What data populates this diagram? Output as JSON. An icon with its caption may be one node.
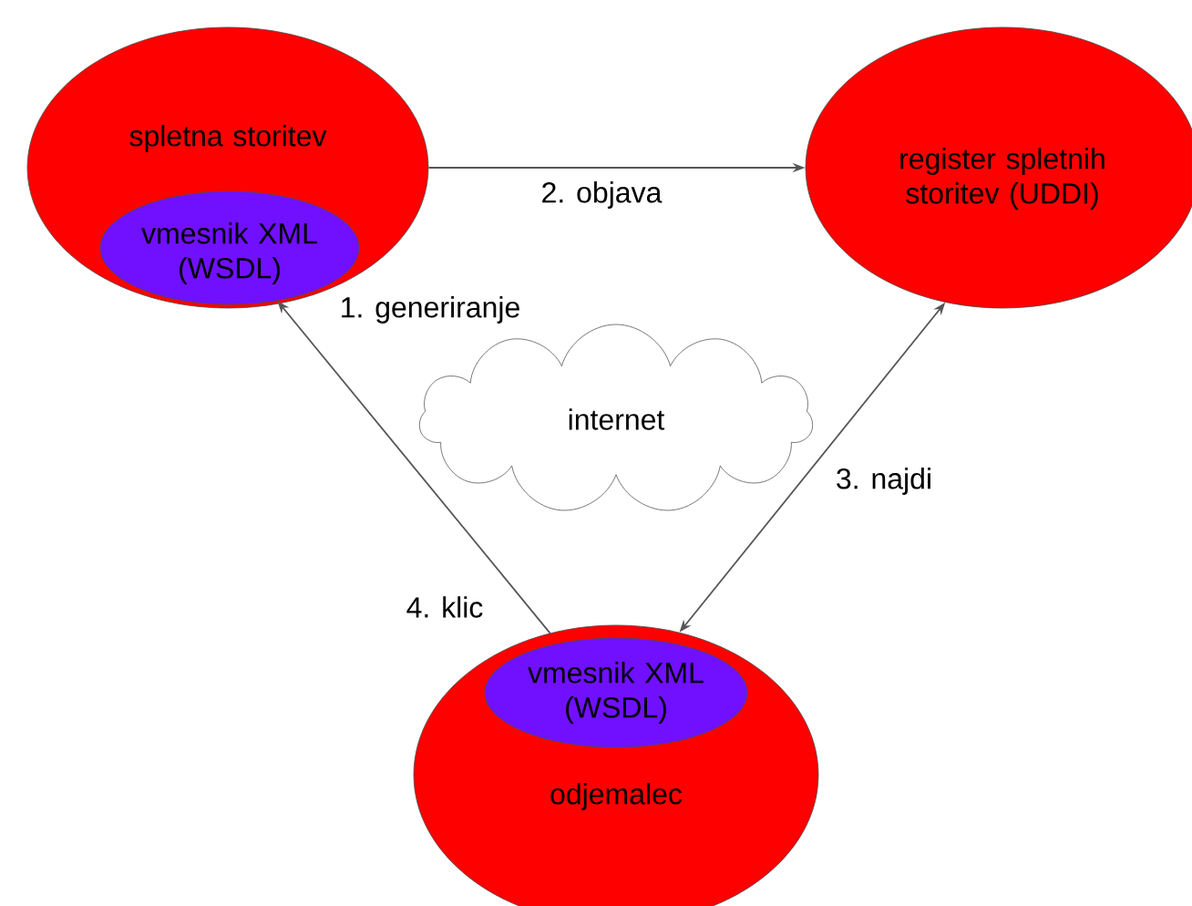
{
  "diagram": {
    "nodes": [
      {
        "text": [
          "spletna storitev"
        ]
      },
      {
        "text": [
          "vmesnik XML (WSDL)"
        ],
        "in": 0
      },
      {
        "text": [
          "register spletnih storitev (UDDI)"
        ]
      },
      {
        "text": [
          "internet"
        ]
      },
      {
        "text": [
          "odjemalec"
        ]
      },
      {
        "text": [
          "vmesnik XML (WSDL)"
        ],
        "in": 4
      }
    ],
    "edges": [
      {
        "from": 0,
        "to": 2,
        "arrow": "to",
        "label": "2. objava"
      },
      {
        "from": 4,
        "to": 1,
        "arrow": "to",
        "label": "4. klic"
      },
      {
        "from": 4,
        "to": 2,
        "arrow": "both",
        "label": "3. najdi"
      }
    ],
    "labels": [
      "1. generiranje"
    ]
  }
}
